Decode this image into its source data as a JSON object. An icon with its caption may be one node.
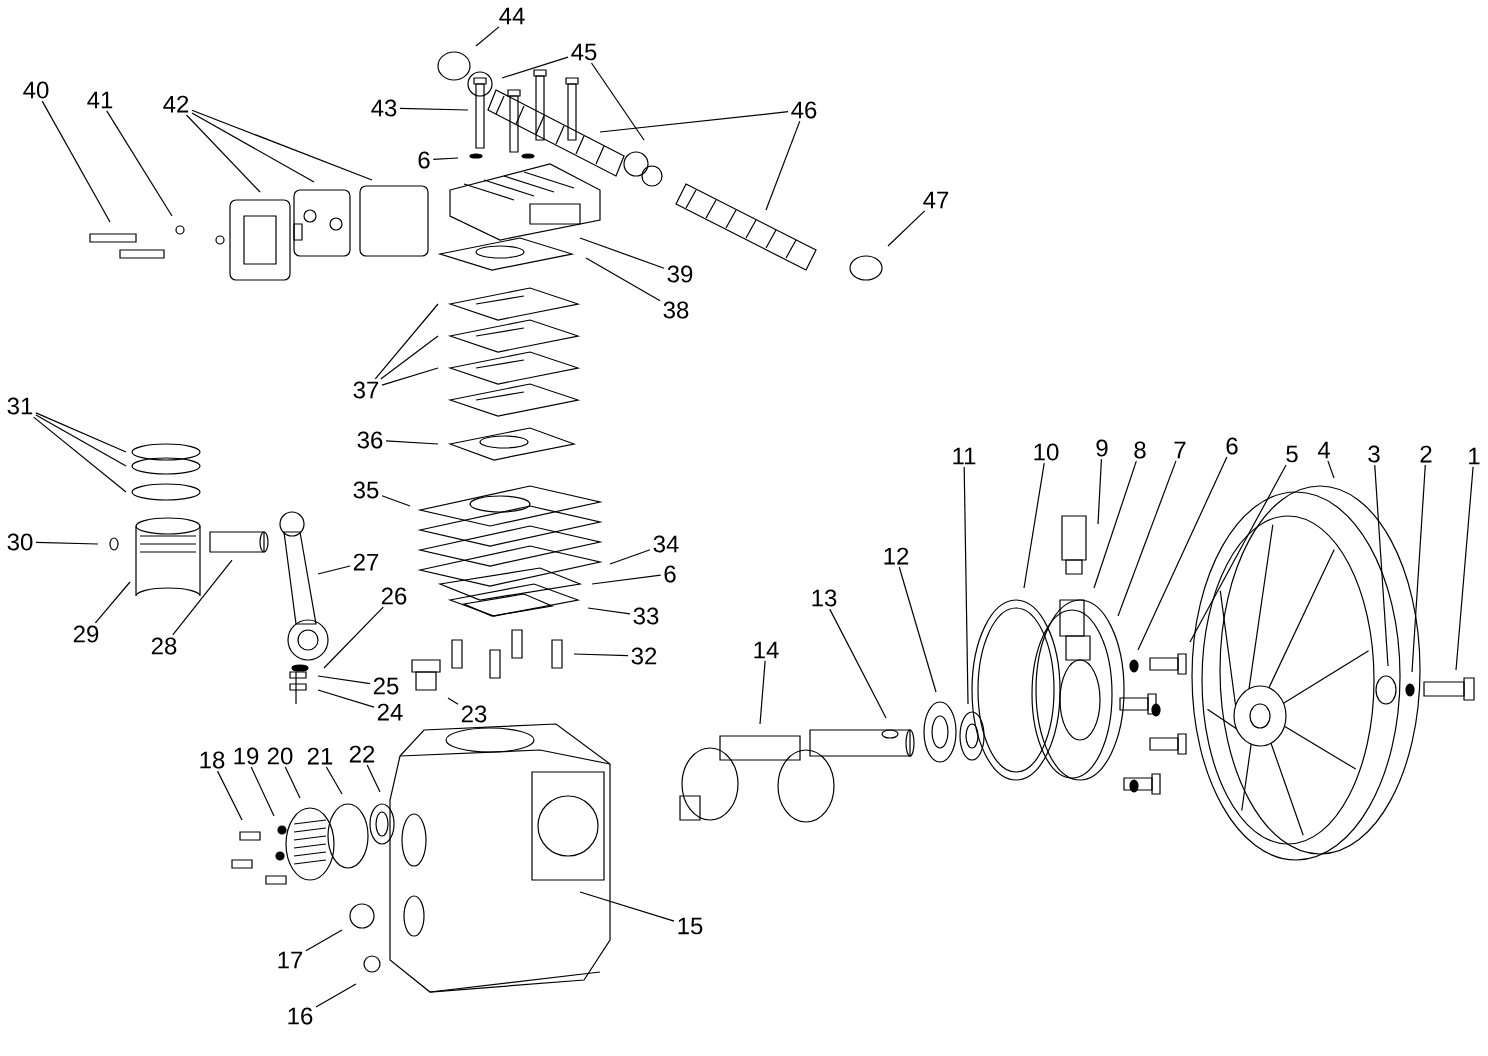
{
  "diagram": {
    "nodes": [
      {
        "text": [
          "1"
        ]
      },
      {
        "text": [
          "2"
        ]
      },
      {
        "text": [
          "3"
        ]
      },
      {
        "text": [
          "4"
        ]
      },
      {
        "text": [
          "5"
        ]
      },
      {
        "text": [
          "6"
        ]
      },
      {
        "text": [
          "7"
        ]
      },
      {
        "text": [
          "8"
        ]
      },
      {
        "text": [
          "9"
        ]
      },
      {
        "text": [
          "10"
        ]
      },
      {
        "text": [
          "11"
        ]
      },
      {
        "text": [
          "12"
        ]
      },
      {
        "text": [
          "13"
        ]
      },
      {
        "text": [
          "14"
        ]
      },
      {
        "text": [
          "15"
        ]
      },
      {
        "text": [
          "16"
        ]
      },
      {
        "text": [
          "17"
        ]
      },
      {
        "text": [
          "18"
        ]
      },
      {
        "text": [
          "19"
        ]
      },
      {
        "text": [
          "20"
        ]
      },
      {
        "text": [
          "21"
        ]
      },
      {
        "text": [
          "22"
        ]
      },
      {
        "text": [
          "23"
        ]
      },
      {
        "text": [
          "24"
        ]
      },
      {
        "text": [
          "25"
        ]
      },
      {
        "text": [
          "26"
        ]
      },
      {
        "text": [
          "27"
        ]
      },
      {
        "text": [
          "28"
        ]
      },
      {
        "text": [
          "29"
        ]
      },
      {
        "text": [
          "30"
        ]
      },
      {
        "text": [
          "31"
        ]
      },
      {
        "text": [
          "32"
        ]
      },
      {
        "text": [
          "33"
        ]
      },
      {
        "text": [
          "34"
        ]
      },
      {
        "text": [
          "6"
        ]
      },
      {
        "text": [
          "35"
        ]
      },
      {
        "text": [
          "36"
        ]
      },
      {
        "text": [
          "37"
        ]
      },
      {
        "text": [
          "38"
        ]
      },
      {
        "text": [
          "39"
        ]
      },
      {
        "text": [
          "40"
        ]
      },
      {
        "text": [
          "41"
        ]
      },
      {
        "text": [
          "42"
        ]
      },
      {
        "text": [
          "43"
        ]
      },
      {
        "text": [
          "6"
        ]
      },
      {
        "text": [
          "44"
        ]
      },
      {
        "text": [
          "45"
        ]
      },
      {
        "text": [
          "46"
        ]
      },
      {
        "text": [
          "47"
        ]
      }
    ],
    "edges": [
      {
        "from": 0,
        "to": null,
        "arrow": "none"
      },
      {
        "from": 1,
        "to": null,
        "arrow": "none"
      },
      {
        "from": 2,
        "to": null,
        "arrow": "none"
      },
      {
        "from": 3,
        "to": null,
        "arrow": "none"
      },
      {
        "from": 4,
        "to": null,
        "arrow": "none"
      },
      {
        "from": 5,
        "to": null,
        "arrow": "none"
      },
      {
        "from": 6,
        "to": null,
        "arrow": "none"
      },
      {
        "from": 7,
        "to": null,
        "arrow": "none"
      },
      {
        "from": 8,
        "to": null,
        "arrow": "none"
      },
      {
        "from": 9,
        "to": null,
        "arrow": "none"
      },
      {
        "from": 10,
        "to": null,
        "arrow": "none"
      },
      {
        "from": 11,
        "to": null,
        "arrow": "none"
      },
      {
        "from": 12,
        "to": null,
        "arrow": "none"
      },
      {
        "from": 13,
        "to": null,
        "arrow": "none"
      },
      {
        "from": 14,
        "to": null,
        "arrow": "none"
      },
      {
        "from": 15,
        "to": null,
        "arrow": "none"
      },
      {
        "from": 16,
        "to": null,
        "arrow": "none"
      },
      {
        "from": 17,
        "to": null,
        "arrow": "none"
      },
      {
        "from": 18,
        "to": null,
        "arrow": "none"
      },
      {
        "from": 19,
        "to": null,
        "arrow": "none"
      },
      {
        "from": 20,
        "to": null,
        "arrow": "none"
      },
      {
        "from": 21,
        "to": null,
        "arrow": "none"
      },
      {
        "from": 22,
        "to": null,
        "arrow": "none"
      },
      {
        "from": 23,
        "to": null,
        "arrow": "none"
      },
      {
        "from": 24,
        "to": null,
        "arrow": "none"
      },
      {
        "from": 25,
        "to": null,
        "arrow": "none"
      },
      {
        "from": 26,
        "to": null,
        "arrow": "none"
      },
      {
        "from": 27,
        "to": null,
        "arrow": "none"
      },
      {
        "from": 28,
        "to": null,
        "arrow": "none"
      },
      {
        "from": 29,
        "to": null,
        "arrow": "none"
      },
      {
        "from": 30,
        "to": null,
        "arrow": "none"
      },
      {
        "from": 30,
        "to": null,
        "arrow": "none"
      },
      {
        "from": 30,
        "to": null,
        "arrow": "none"
      },
      {
        "from": 31,
        "to": null,
        "arrow": "none"
      },
      {
        "from": 32,
        "to": null,
        "arrow": "none"
      },
      {
        "from": 33,
        "to": null,
        "arrow": "none"
      },
      {
        "from": 34,
        "to": null,
        "arrow": "none"
      },
      {
        "from": 35,
        "to": null,
        "arrow": "none"
      },
      {
        "from": 36,
        "to": null,
        "arrow": "none"
      },
      {
        "from": 37,
        "to": null,
        "arrow": "none"
      },
      {
        "from": 37,
        "to": null,
        "arrow": "none"
      },
      {
        "from": 37,
        "to": null,
        "arrow": "none"
      },
      {
        "from": 38,
        "to": null,
        "arrow": "none"
      },
      {
        "from": 39,
        "to": null,
        "arrow": "none"
      },
      {
        "from": 40,
        "to": null,
        "arrow": "none"
      },
      {
        "from": 41,
        "to": null,
        "arrow": "none"
      },
      {
        "from": 42,
        "to": null,
        "arrow": "none"
      },
      {
        "from": 42,
        "to": null,
        "arrow": "none"
      },
      {
        "from": 42,
        "to": null,
        "arrow": "none"
      },
      {
        "from": 43,
        "to": null,
        "arrow": "none"
      },
      {
        "from": 44,
        "to": null,
        "arrow": "none"
      },
      {
        "from": 45,
        "to": null,
        "arrow": "none"
      },
      {
        "from": 46,
        "to": null,
        "arrow": "none"
      },
      {
        "from": 46,
        "to": null,
        "arrow": "none"
      },
      {
        "from": 47,
        "to": null,
        "arrow": "none"
      },
      {
        "from": 47,
        "to": null,
        "arrow": "none"
      },
      {
        "from": 48,
        "to": null,
        "arrow": "none"
      }
    ]
  }
}
